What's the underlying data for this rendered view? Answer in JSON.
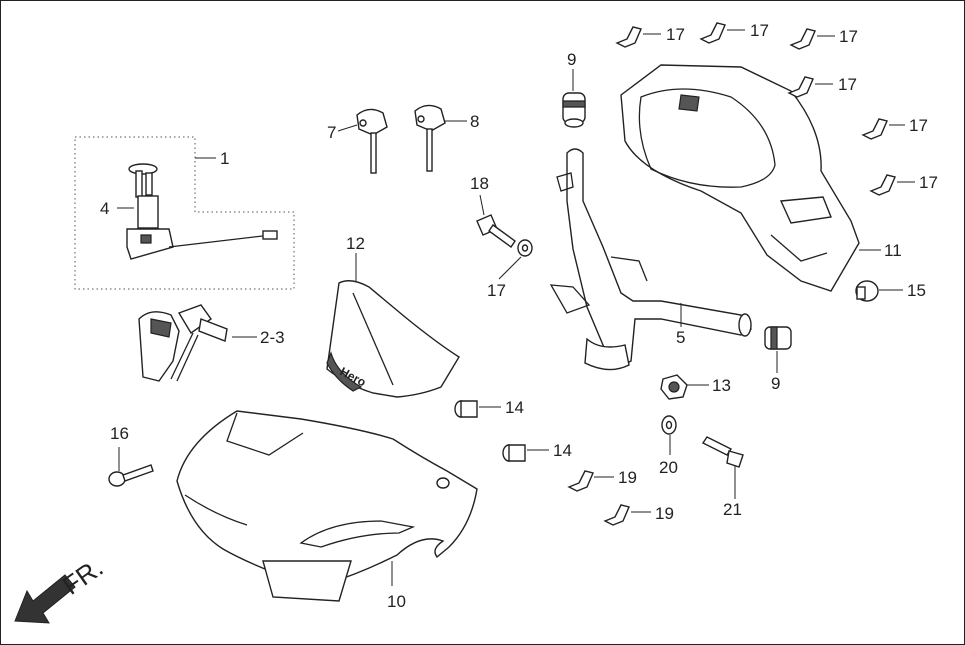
{
  "callouts": {
    "c1": "1",
    "c2_3": "2-3",
    "c4": "4",
    "c5": "5",
    "c7": "7",
    "c8": "8",
    "c9_top": "9",
    "c9_bottom": "9",
    "c10": "10",
    "c11": "11",
    "c12": "12",
    "c13": "13",
    "c14_a": "14",
    "c14_b": "14",
    "c15": "15",
    "c16": "16",
    "c17_1": "17",
    "c17_2": "17",
    "c17_3": "17",
    "c17_4": "17",
    "c17_5": "17",
    "c17_6": "17",
    "c17_7": "17",
    "c18": "18",
    "c19_a": "19",
    "c19_b": "19",
    "c20": "20",
    "c21": "21"
  },
  "direction_label": "FR.",
  "brand_mark": "Hero"
}
